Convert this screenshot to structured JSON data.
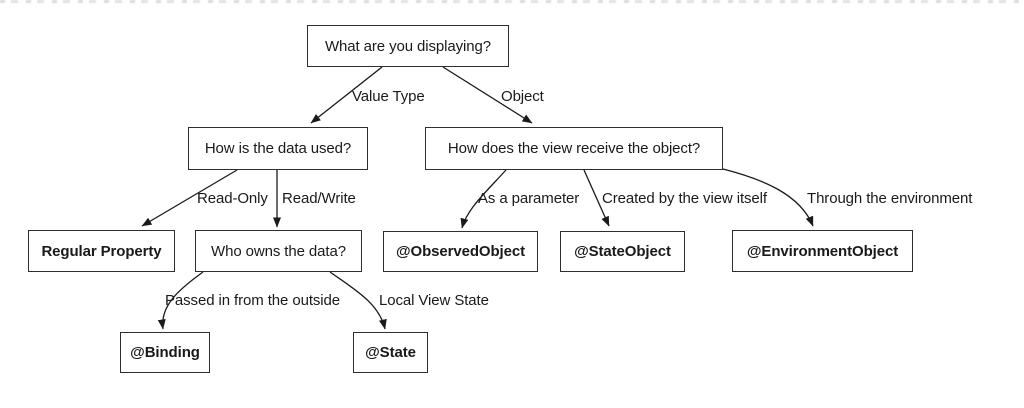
{
  "diagram": {
    "type": "decision-tree",
    "topic": "SwiftUI property wrapper decision flowchart",
    "colors": {
      "background": "#ffffff",
      "line": "#1a1a1a",
      "box_border": "#2e2e2e",
      "text": "#1a1a1a"
    },
    "nodes": [
      {
        "id": "root",
        "kind": "question",
        "label": "What are you displaying?"
      },
      {
        "id": "how-used",
        "kind": "question",
        "label": "How is the data used?"
      },
      {
        "id": "how-receive",
        "kind": "question",
        "label": "How does the view receive the object?"
      },
      {
        "id": "regular-property",
        "kind": "answer",
        "label": "Regular Property"
      },
      {
        "id": "who-owns",
        "kind": "question",
        "label": "Who owns the data?"
      },
      {
        "id": "observed-object",
        "kind": "answer",
        "label": "@ObservedObject"
      },
      {
        "id": "state-object",
        "kind": "answer",
        "label": "@StateObject"
      },
      {
        "id": "environment-object",
        "kind": "answer",
        "label": "@EnvironmentObject"
      },
      {
        "id": "binding",
        "kind": "answer",
        "label": "@Binding"
      },
      {
        "id": "state",
        "kind": "answer",
        "label": "@State"
      }
    ],
    "edges": [
      {
        "from": "root",
        "to": "how-used",
        "label": "Value Type"
      },
      {
        "from": "root",
        "to": "how-receive",
        "label": "Object"
      },
      {
        "from": "how-used",
        "to": "regular-property",
        "label": "Read-Only"
      },
      {
        "from": "how-used",
        "to": "who-owns",
        "label": "Read/Write"
      },
      {
        "from": "who-owns",
        "to": "binding",
        "label": "Passed in from the outside"
      },
      {
        "from": "who-owns",
        "to": "state",
        "label": "Local View State"
      },
      {
        "from": "how-receive",
        "to": "observed-object",
        "label": "As a parameter"
      },
      {
        "from": "how-receive",
        "to": "state-object",
        "label": "Created by the view itself"
      },
      {
        "from": "how-receive",
        "to": "environment-object",
        "label": "Through the environment"
      }
    ]
  }
}
